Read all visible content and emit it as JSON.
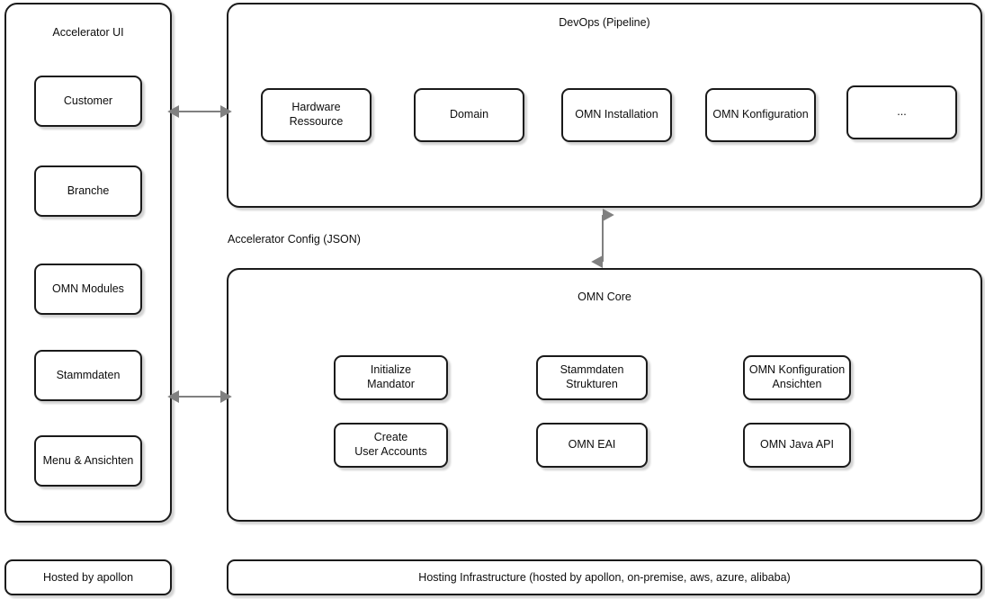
{
  "diagram": {
    "title_accelerator_ui": "Accelerator UI",
    "label_accelerator_config": "Accelerator Config (JSON)"
  },
  "sidebar": {
    "title": "Accelerator UI",
    "items": [
      {
        "label": "Customer"
      },
      {
        "label": "Branche"
      },
      {
        "label": "OMN Modules"
      },
      {
        "label": "Stammdaten"
      },
      {
        "label": "Menu & Ansichten"
      }
    ]
  },
  "devops": {
    "title": "DevOps (Pipeline)",
    "nodes": [
      {
        "line1": "Hardware",
        "line2": "Ressource"
      },
      {
        "line1": "Domain",
        "line2": ""
      },
      {
        "line1": "OMN Installation",
        "line2": ""
      },
      {
        "line1": "OMN Konfiguration",
        "line2": ""
      },
      {
        "line1": "...",
        "line2": ""
      }
    ]
  },
  "omn_core": {
    "title": "OMN Core",
    "nodes": [
      {
        "line1": "Initialize",
        "line2": "Mandator"
      },
      {
        "line1": "Stammdaten",
        "line2": "Strukturen"
      },
      {
        "line1": "OMN Konfiguration",
        "line2": "Ansichten"
      },
      {
        "line1": "Create",
        "line2": "User Accounts"
      },
      {
        "line1": "OMN EAI",
        "line2": ""
      },
      {
        "line1": "OMN Java API",
        "line2": ""
      }
    ]
  },
  "footer": {
    "hosted_by": "Hosted by apollon",
    "hosting_infrastructure": "Hosting Infrastructure (hosted by apollon, on-premise, aws, azure, alibaba)"
  },
  "colors": {
    "stroke": "#1a1a1a",
    "arrow": "#808080",
    "background": "#ffffff",
    "text": "#0d0d0d"
  },
  "arrows": {
    "ui_to_devops": "double-headed-horizontal-arrow",
    "ui_to_core": "double-headed-horizontal-arrow",
    "devops_to_core": "double-headed-vertical-arrow"
  }
}
